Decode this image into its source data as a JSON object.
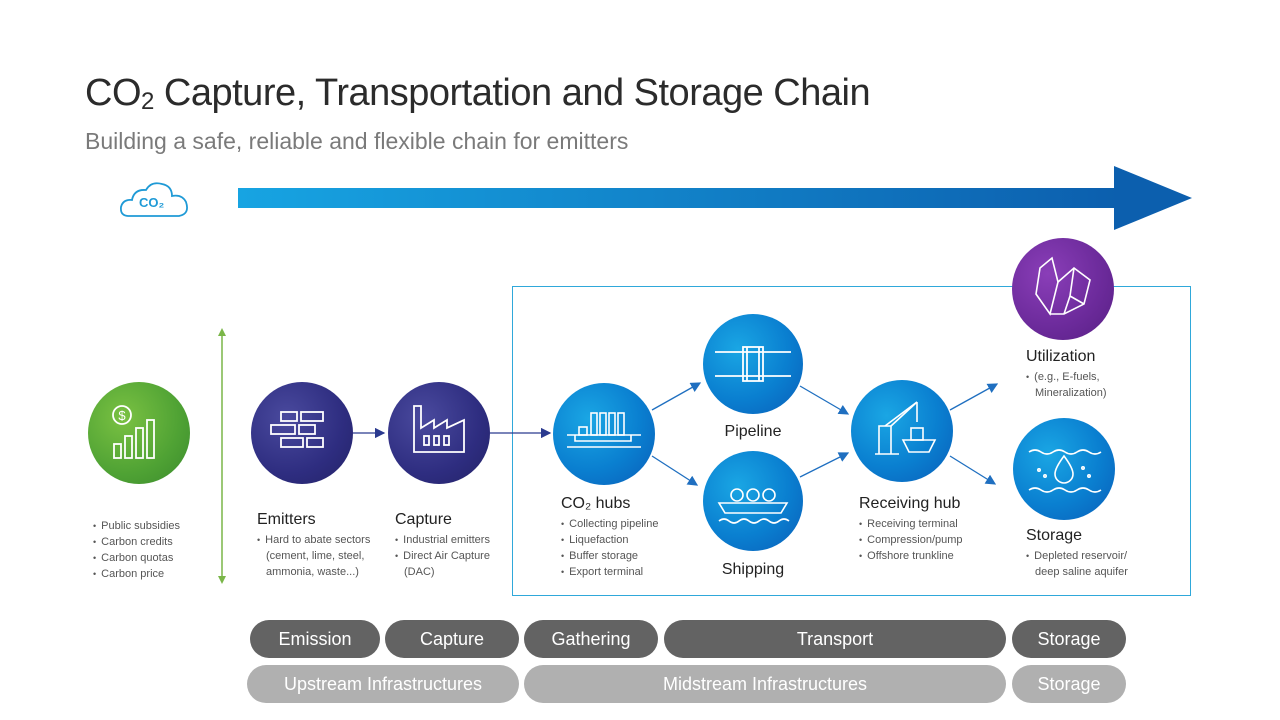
{
  "header": {
    "title_prefix": "CO",
    "title_sub": "2",
    "title_rest": " Capture, Transportation and Storage Chain",
    "subtitle": "Building a safe, reliable and flexible chain for emitters"
  },
  "co2_cloud": {
    "label": "CO₂",
    "icon": "cloud-icon"
  },
  "colors": {
    "blue": "#0a7fd0",
    "navy": "#2e2d80",
    "green": "#4fa234",
    "purple": "#6b2a9a",
    "pill_dark": "#636363",
    "pill_light": "#b0b0b0",
    "box_border": "#2fa8da"
  },
  "incentives": {
    "icon": "dollar-bar-chart-icon",
    "bullets": [
      "Public subsidies",
      "Carbon credits",
      "Carbon quotas",
      "Carbon price"
    ]
  },
  "nodes": {
    "emitters": {
      "label": "Emitters",
      "icon": "bricks-icon",
      "bullets": [
        "Hard to abate sectors",
        "(cement, lime, steel,",
        "ammonia, waste...)"
      ]
    },
    "capture": {
      "label": "Capture",
      "icon": "factory-icon",
      "bullets": [
        "Industrial emitters",
        "Direct Air Capture",
        "(DAC)"
      ]
    },
    "hubs": {
      "label": "CO₂ hubs",
      "icon": "terminal-icon",
      "bullets": [
        "Collecting pipeline",
        "Liquefaction",
        "Buffer storage",
        "Export terminal"
      ]
    },
    "pipeline": {
      "label": "Pipeline",
      "icon": "pipe-icon"
    },
    "shipping": {
      "label": "Shipping",
      "icon": "ship-icon"
    },
    "receiving": {
      "label": "Receiving hub",
      "icon": "crane-icon",
      "bullets": [
        "Receiving terminal",
        "Compression/pump",
        "Offshore trunkline"
      ]
    },
    "utilization": {
      "label": "Utilization",
      "icon": "crystal-icon",
      "bullets": [
        "(e.g., E-fuels,",
        "Mineralization)"
      ]
    },
    "storage": {
      "label": "Storage",
      "icon": "reservoir-icon",
      "bullets": [
        "Depleted reservoir/",
        "deep saline aquifer"
      ]
    }
  },
  "stages": [
    "Emission",
    "Capture",
    "Gathering",
    "Transport",
    "Storage"
  ],
  "infrastructures": [
    "Upstream Infrastructures",
    "Midstream Infrastructures",
    "Storage"
  ]
}
